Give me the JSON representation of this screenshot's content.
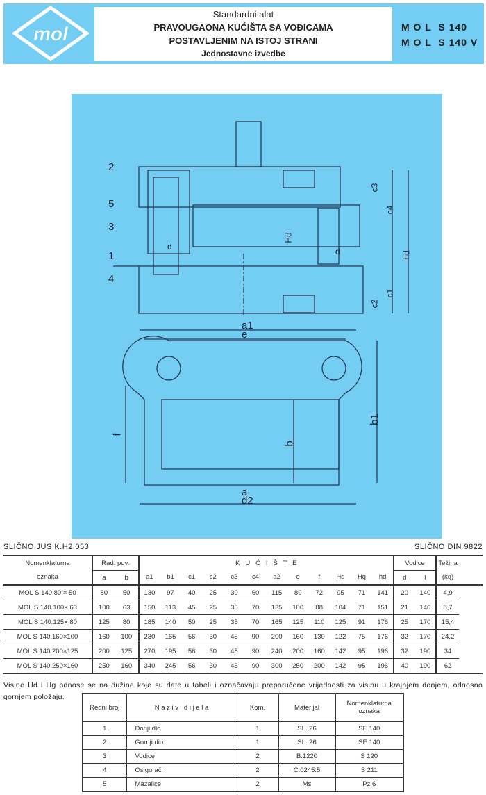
{
  "header": {
    "logo_text": "mol",
    "subtitle": "Standardni alat",
    "title_line1": "PRAVOUGAONA KUĆIŠTA SA VOĐICAMA",
    "title_line2": "POSTAVLJENIM NA ISTOJ STRANI",
    "variant": "Jednostavne izvedbe",
    "code1": "M O L  S 140",
    "code2": "M O L  S 140 V"
  },
  "drawing": {
    "labels": {
      "p2": "2",
      "p5": "5",
      "p3": "3",
      "p1": "1",
      "p4": "4",
      "d_left": "d",
      "d_right": "d",
      "Hd": "Hd",
      "c3": "c3",
      "c4": "c4",
      "hd": "hd",
      "c2": "c2",
      "c1": "c1",
      "a1": "a1",
      "e": "e",
      "b1": "b1",
      "f": "f",
      "b": "b",
      "a": "a",
      "d2": "d2"
    }
  },
  "refs": {
    "left": "SLIČNO JUS K.H2.053",
    "right": "SLIČNO DIN 9822"
  },
  "main_table": {
    "h_nom1": "Nomenklaturna",
    "h_nom2": "oznaka",
    "h_rad": "Rad. pov.",
    "h_kuc": "K   U   Ć   I   Š   T   E",
    "h_vod": "Vodice",
    "h_tez1": "Težina",
    "h_tez2": "(kg)",
    "sub": [
      "a",
      "b",
      "a1",
      "b1",
      "c1",
      "c2",
      "c3",
      "c4",
      "a2",
      "e",
      "f",
      "Hd",
      "Hg",
      "hd",
      "d",
      "l"
    ],
    "rows": [
      [
        "MOL S 140.80 × 50",
        "80",
        "50",
        "130",
        "97",
        "40",
        "25",
        "30",
        "60",
        "115",
        "80",
        "72",
        "95",
        "71",
        "141",
        "20",
        "140",
        "4,9"
      ],
      [
        "MOL S 140.100× 63",
        "100",
        "63",
        "150",
        "113",
        "45",
        "25",
        "35",
        "70",
        "135",
        "100",
        "88",
        "104",
        "71",
        "151",
        "21",
        "140",
        "8,7"
      ],
      [
        "MOL S 140.125× 80",
        "125",
        "80",
        "185",
        "140",
        "50",
        "25",
        "35",
        "70",
        "165",
        "125",
        "110",
        "125",
        "91",
        "176",
        "25",
        "170",
        "15,4"
      ],
      [
        "MOL S 140.160×100",
        "160",
        "100",
        "230",
        "165",
        "56",
        "30",
        "45",
        "90",
        "200",
        "160",
        "130",
        "122",
        "75",
        "176",
        "32",
        "170",
        "24,2"
      ],
      [
        "MOL S 140.200×125",
        "200",
        "125",
        "270",
        "195",
        "56",
        "30",
        "45",
        "90",
        "240",
        "200",
        "160",
        "142",
        "95",
        "196",
        "32",
        "190",
        "34"
      ],
      [
        "MOL S 140.250×160",
        "250",
        "160",
        "340",
        "245",
        "56",
        "30",
        "45",
        "90",
        "300",
        "250",
        "200",
        "142",
        "95",
        "196",
        "40",
        "190",
        "62"
      ]
    ]
  },
  "note": "Visine Hd i Hg odnose se na dužine koje su date u tabeli i označavaju preporučene vrijednosti za visinu u krajnjem donjem, odnosno gornjem položaju.",
  "parts_table": {
    "headers": [
      "Redni broj",
      "N a z i v   d i j e l a",
      "Kom.",
      "Materijal",
      "Nomenklaturna oznaka"
    ],
    "rows": [
      [
        "1",
        "Donji dio",
        "1",
        "SL. 26",
        "SE 140"
      ],
      [
        "2",
        "Gornji dio",
        "1",
        "SL. 26",
        "SE 140"
      ],
      [
        "3",
        "Vodice",
        "2",
        "B.1220",
        "S 120"
      ],
      [
        "4",
        "Osigurači",
        "2",
        "Č.0245.5",
        "S 211"
      ],
      [
        "5",
        "Mazalice",
        "2",
        "Ms",
        "Pz 6"
      ]
    ]
  }
}
